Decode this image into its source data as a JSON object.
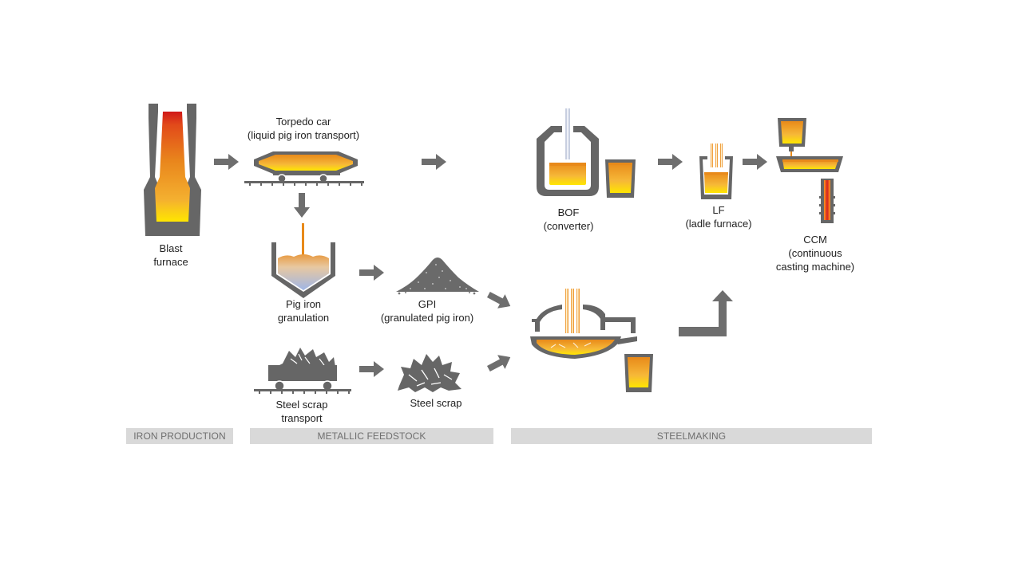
{
  "stages": {
    "blast_furnace": "Blast\nfurnace",
    "torpedo_car": "Torpedo car\n(liquid pig iron transport)",
    "pig_iron_granulation": "Pig iron\ngranulation",
    "gpi": "GPI\n(granulated pig iron)",
    "steel_scrap_transport": "Steel scrap\ntransport",
    "steel_scrap": "Steel scrap",
    "bof": "BOF\n(converter)",
    "lf": "LF\n(ladle furnace)",
    "ccm": "CCM\n(continuous\ncasting machine)"
  },
  "sections": {
    "iron_production": "IRON PRODUCTION",
    "metallic_feedstock": "METALLIC FEEDSTOCK",
    "steelmaking": "STEELMAKING"
  },
  "colors": {
    "equipment_gray": "#666666",
    "arrow_gray": "#6e6e6e",
    "molten_orange": "#e88a1a",
    "molten_yellow": "#ffe600",
    "hot_red": "#d42020",
    "slag_blue": "#9fb6e6",
    "band_gray": "#d9d9d9"
  }
}
